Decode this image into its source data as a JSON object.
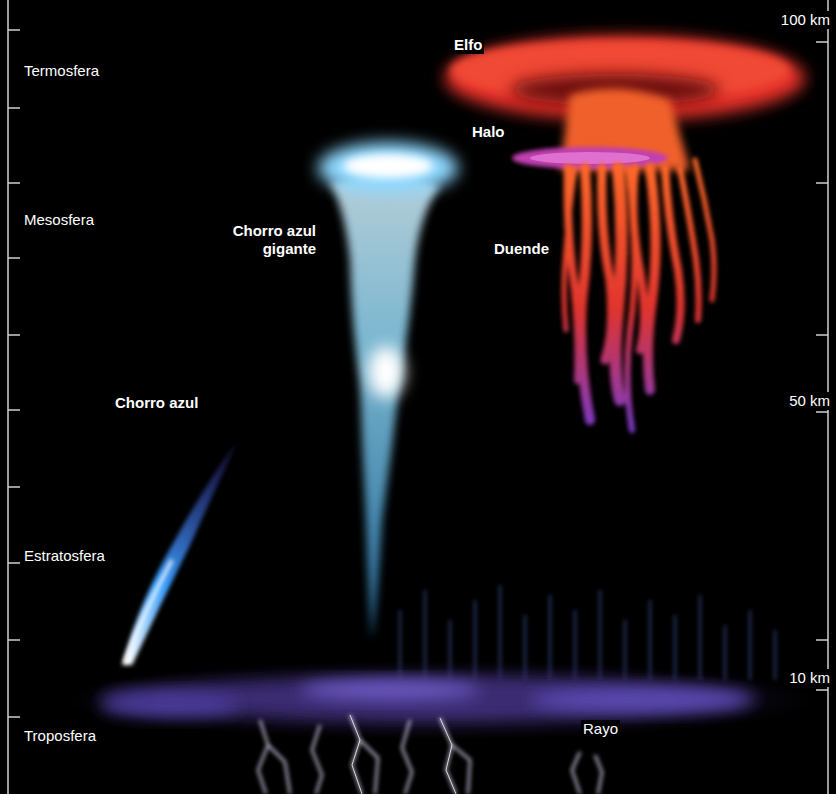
{
  "diagram": {
    "labels": [
      "Termosfera",
      "Elfo",
      "100 km",
      "Halo",
      "Mesosfera",
      "Chorro azul gigante",
      "Duende",
      "50 km",
      "Chorro azul",
      "Estratosfera",
      "10 km",
      "Troposfera",
      "Rayo"
    ]
  }
}
